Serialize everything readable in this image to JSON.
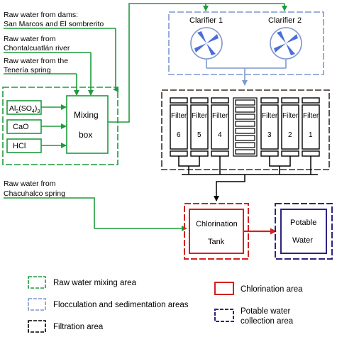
{
  "sources": {
    "dams": [
      "Raw water from dams:",
      "San Marcos and El sombrerito"
    ],
    "river": [
      "Raw water from",
      "Chontalcuatlán river"
    ],
    "teneria": [
      "Raw water from the",
      "Tenería spring"
    ],
    "chacuhalco": [
      "Raw water from",
      "Chacuhalco spring"
    ]
  },
  "chemicals": {
    "al_base": "Al",
    "al_sub2": "2",
    "al_so4": "(SO",
    "al_sub4": "4",
    "al_close": ")",
    "al_sub3": "3",
    "cao": "CaO",
    "hcl": "HCl"
  },
  "mixing_box": [
    "Mixing",
    "box"
  ],
  "clarifiers": [
    "Clarifier 1",
    "Clarifier 2"
  ],
  "filters": [
    {
      "label": "Filter",
      "num": "6"
    },
    {
      "label": "Filter",
      "num": "5"
    },
    {
      "label": "Filter",
      "num": "4"
    },
    {
      "label": "Filter",
      "num": "3"
    },
    {
      "label": "Filter",
      "num": "2"
    },
    {
      "label": "Filter",
      "num": "1"
    }
  ],
  "chlorination_tank": [
    "Chlorination",
    "Tank"
  ],
  "potable_water": [
    "Potable",
    "Water"
  ],
  "legend": {
    "raw_mixing": "Raw water mixing area",
    "flocculation": "Flocculation and sedimentation areas",
    "filtration": "Filtration area",
    "chlorination": "Chlorination area",
    "potable_collection": [
      "Potable water",
      "collection area"
    ]
  },
  "colors": {
    "green": "#1e9b3c",
    "blue": "#7f97cf",
    "clarifier_fill": "#4a6fd8",
    "black": "#000000",
    "red": "#d42020",
    "purple": "#2d2380"
  }
}
